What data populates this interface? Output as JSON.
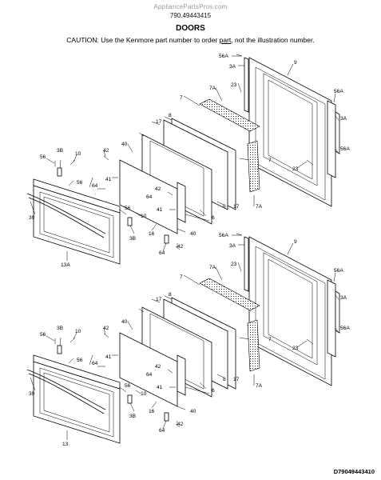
{
  "header": {
    "watermark": "AppliancePartsPros.com",
    "model_number": "790.49443415",
    "title": "DOORS",
    "caution_before": "CAUTION: Use the Kenmore part number to order ",
    "caution_underlined": "part",
    "caution_after": ", not the illustration number."
  },
  "footer": {
    "diagram_code": "D79049443410"
  },
  "upper_door": {
    "labels": {
      "inner_panel": "9",
      "hinge_top": "56A",
      "hinge_arm": "3A",
      "screw_23": "23",
      "gasket_7a": "7A",
      "seal_7": "7",
      "glass_8": "8",
      "frame_17": "17",
      "clip_40": "40",
      "screw_42": "42",
      "part_41": "41",
      "part_64": "64",
      "handle_39": "39",
      "screw_56": "56",
      "hinge_3b": "3B",
      "screw_10": "10",
      "glass_16": "16",
      "part_6": "6",
      "outer_panel": "13A"
    }
  },
  "lower_door": {
    "labels": {
      "inner_panel": "9",
      "hinge_top": "56A",
      "hinge_arm": "3A",
      "screw_23": "23",
      "gasket_7a": "7A",
      "seal_7": "7",
      "glass_8": "8",
      "frame_17": "17",
      "clip_40": "40",
      "screw_42": "42",
      "part_41": "41",
      "part_64": "64",
      "handle_39": "39",
      "screw_56": "56",
      "hinge_3b": "3B",
      "screw_10": "10",
      "glass_16": "16",
      "part_6": "6",
      "outer_panel": "13"
    }
  }
}
